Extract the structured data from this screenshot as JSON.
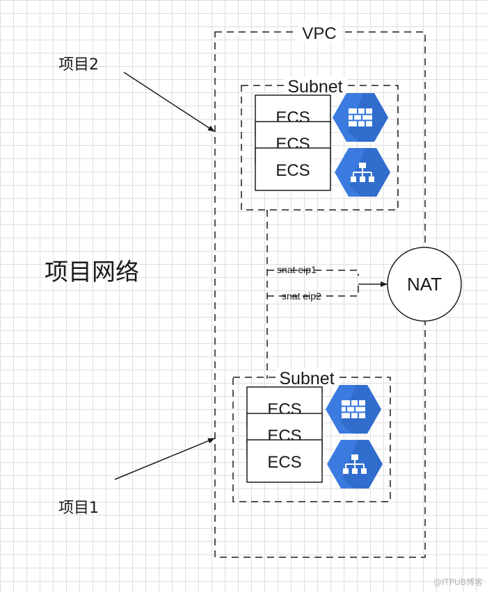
{
  "vpc_label": "VPC",
  "subnet_top": {
    "label": "Subnet",
    "instances": [
      "ECS",
      "ECS",
      "ECS"
    ],
    "icons": [
      "firewall-hex-icon",
      "network-tree-hex-icon"
    ]
  },
  "subnet_bottom": {
    "label": "Subnet",
    "instances": [
      "ECS",
      "ECS",
      "ECS"
    ],
    "icons": [
      "firewall-hex-icon",
      "network-tree-hex-icon"
    ]
  },
  "nat_label": "NAT",
  "snat": [
    "snat eip1",
    "snat eip2"
  ],
  "project_labels": {
    "top": "项目2",
    "bottom": "项目1",
    "network": "项目网络"
  },
  "watermark": "@ITPUB博客",
  "colors": {
    "icon_blue": "#3b7be0",
    "icon_shadow": "#2a62bd",
    "line": "#1a1a1a",
    "grid": "#dedede"
  }
}
